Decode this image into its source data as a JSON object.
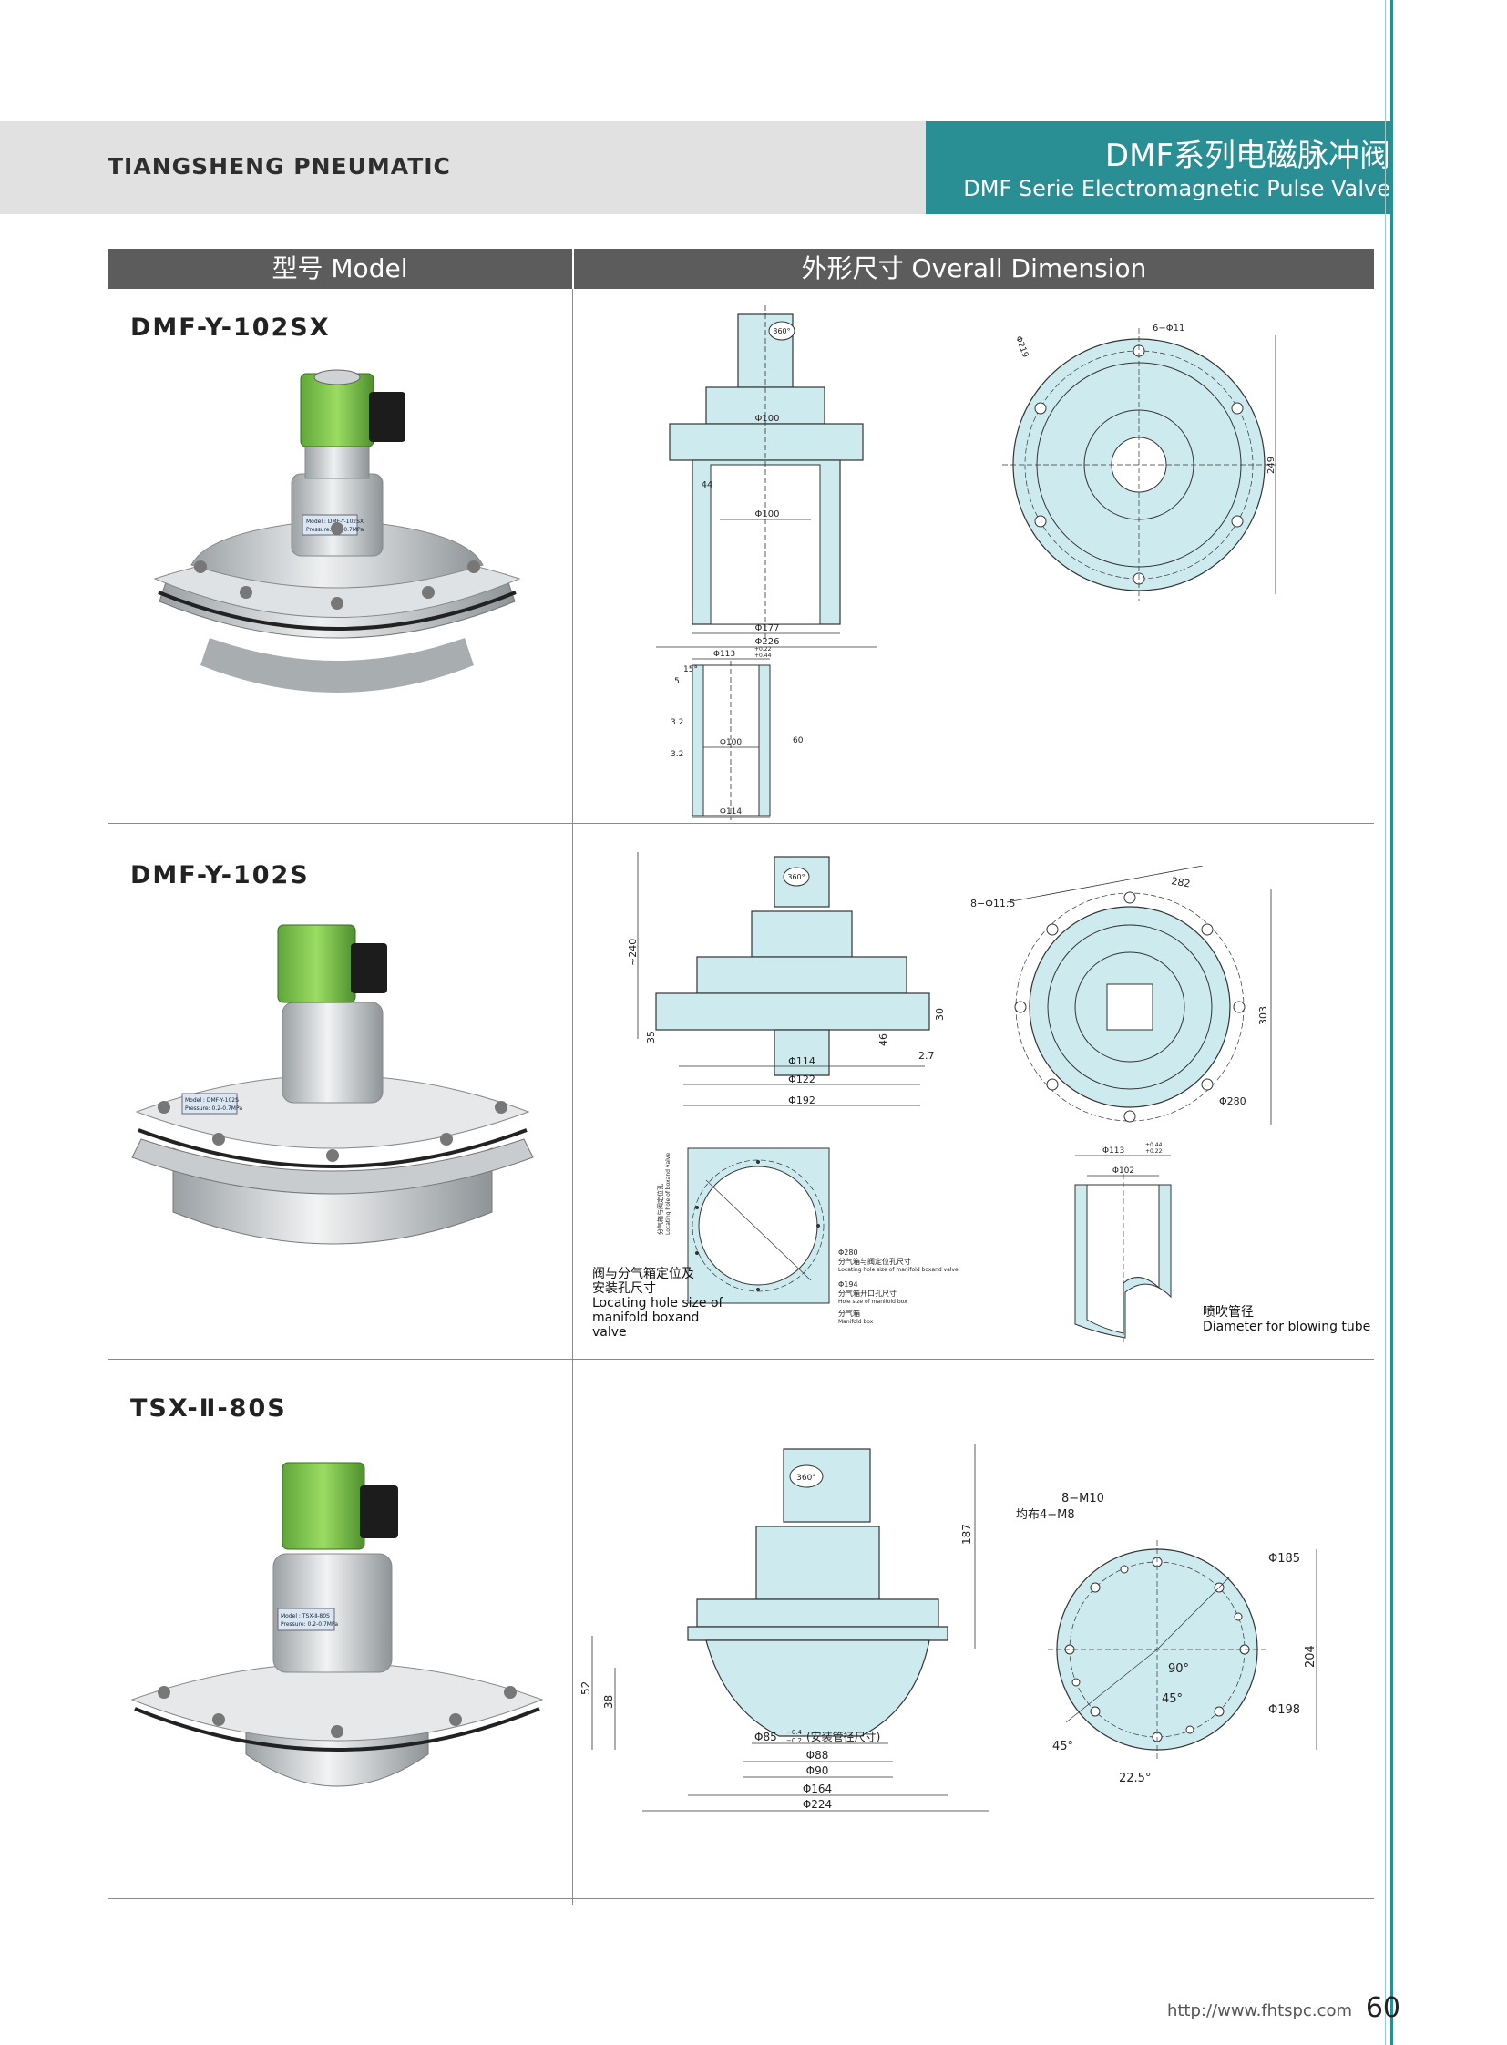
{
  "header": {
    "brand": "TIANGSHENG PNEUMATIC",
    "title_cn": "DMF系列电磁脉冲阀",
    "title_en": "DMF Serie Electromagnetic Pulse Valve"
  },
  "table": {
    "col_model": "型号 Model",
    "col_dim": "外形尺寸 Overall Dimension"
  },
  "products": [
    {
      "model": "DMF-Y-102SX",
      "label_plate": [
        "Model : DMF-Y-102SX",
        "Pressure: 0.2-0.7MPa"
      ],
      "dims": {
        "phi100_top": "Φ100",
        "h44": "44",
        "phi100_bore": "Φ100",
        "phi177": "Φ177",
        "phi226": "Φ226",
        "top_angle": "360°",
        "phi219": "Φ219",
        "holes": "6−Φ11",
        "h249": "249",
        "phi113": "Φ113",
        "tol_up": "+0.22",
        "tol_dn": "+0.44",
        "deg15": "15°",
        "d5": "5",
        "d32a": "3.2",
        "d32b": "3.2",
        "phi100_tube": "Φ100",
        "h60": "60",
        "phi114": "Φ114"
      }
    },
    {
      "model": "DMF-Y-102S",
      "label_plate": [
        "Model : DMF-Y-102S",
        "Pressure: 0.2-0.7MPa"
      ],
      "dims": {
        "h240": "~240",
        "top_angle": "360°",
        "h35": "35",
        "h46": "46",
        "h30": "30",
        "d27": "2.7",
        "phi114": "Φ114",
        "phi122": "Φ122",
        "phi192": "Φ192",
        "holes": "8−Φ11.5",
        "d282": "282",
        "h303": "303",
        "phi280": "Φ280",
        "mf_side_cn": "分气箱与阀定位孔",
        "mf_side_en": "Locating hole of boxand valve",
        "mf_phi280": "Φ280",
        "mf_a_cn": "分气箱与阀定位孔尺寸",
        "mf_a_en": "Locating hole size of manifold boxand valve",
        "mf_phi194": "Φ194",
        "mf_b_cn": "分气箱开口孔尺寸",
        "mf_b_en": "Hole size of manifold box",
        "mf_c_cn": "分气箱",
        "mf_c_en": "Manifold box",
        "mf_note_cn_1": "阀与分气箱定位及",
        "mf_note_cn_2": "安装孔尺寸",
        "mf_note_en_1": "Locating hole size of",
        "mf_note_en_2": "manifold boxand",
        "mf_note_en_3": "valve",
        "bt_phi113": "Φ113",
        "bt_tol_up": "+0.44",
        "bt_tol_dn": "+0.22",
        "bt_phi102": "Φ102",
        "bt_note_cn": "喷吹管径",
        "bt_note_en": "Diameter for blowing tube"
      }
    },
    {
      "model": "TSX-Ⅱ-80S",
      "label_plate": [
        "Model : TSX-Ⅱ-80S",
        "Pressure: 0.2-0.7MPa"
      ],
      "dims": {
        "top_angle": "360°",
        "h187": "187",
        "h52": "52",
        "h38": "38",
        "phi85": "Φ85",
        "tol_up": "−0.4",
        "tol_dn": "−0.2",
        "phi85_note": "(安装管径尺寸)",
        "phi88": "Φ88",
        "phi90": "Φ90",
        "phi164": "Φ164",
        "phi224": "Φ224",
        "m10": "8−M10",
        "m8": "均布4−M8",
        "phi185": "Φ185",
        "h204": "204",
        "phi198": "Φ198",
        "a90": "90°",
        "a45in": "45°",
        "a45out": "45°",
        "a225": "22.5°"
      }
    }
  ],
  "footer": {
    "url": "http://www.fhtspc.com",
    "page": "60"
  },
  "colors": {
    "teal": "#2a8e95",
    "drawing_fill": "#cdebef",
    "header_gray": "#e1e1e1",
    "table_head": "#5c5c5c",
    "coil_green": "#7cc44a"
  }
}
